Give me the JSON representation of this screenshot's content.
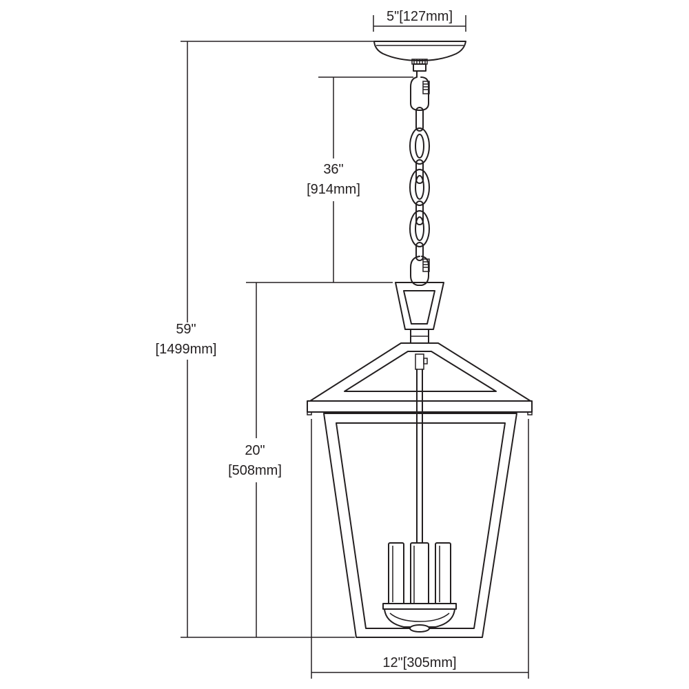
{
  "dimensions": {
    "canopy_width": {
      "imperial": "5\"",
      "metric": "[127mm]"
    },
    "chain_length": {
      "imperial": "36\"",
      "metric": "[914mm]"
    },
    "overall_height": {
      "imperial": "59\"",
      "metric": "[1499mm]"
    },
    "fixture_height": {
      "imperial": "20\"",
      "metric": "[508mm]"
    },
    "fixture_width": {
      "imperial": "12\"",
      "metric": "[305mm]"
    }
  }
}
